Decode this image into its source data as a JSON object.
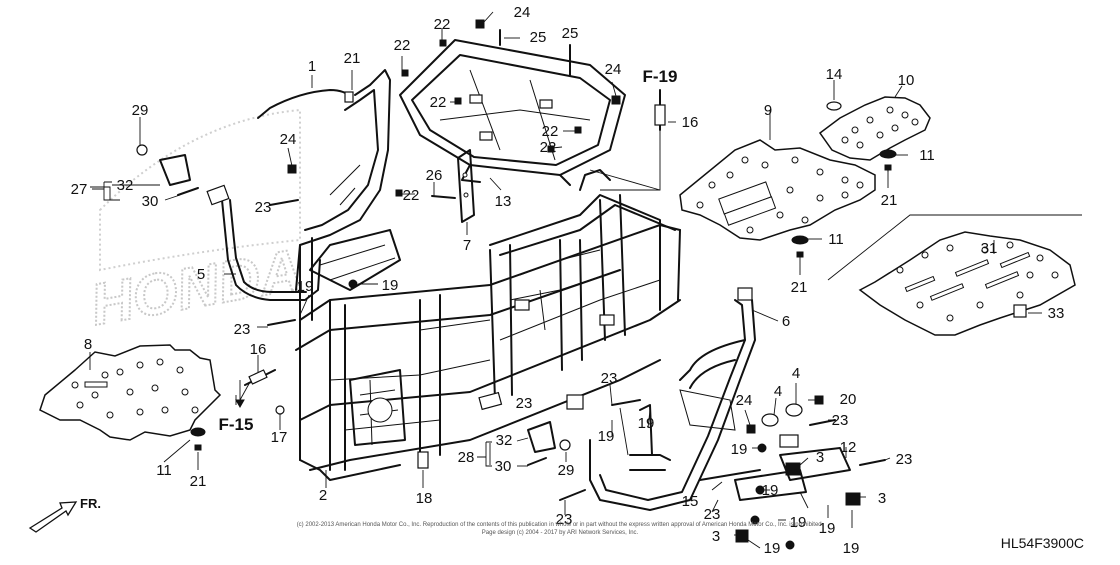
{
  "diagram": {
    "watermark": "HONDA",
    "direction_label": "FR.",
    "diagram_code": "HL54F3900C",
    "copyright": [
      "(c) 2002-2013 American Honda Motor Co., Inc. Reproduction of the contents of this publication in whole or in part without the express written approval of American Honda Motor Co., Inc. is prohibited.",
      "Page design (c) 2004 - 2017 by ARI Network Services, Inc."
    ],
    "page_refs": [
      "F-19",
      "F-15"
    ],
    "callouts": [
      "1",
      "2",
      "3",
      "3",
      "3",
      "4",
      "4",
      "5",
      "6",
      "7",
      "8",
      "9",
      "10",
      "11",
      "11",
      "11",
      "12",
      "13",
      "14",
      "15",
      "16",
      "16",
      "17",
      "18",
      "19",
      "19",
      "19",
      "19",
      "19",
      "19",
      "19",
      "19",
      "19",
      "19",
      "20",
      "21",
      "21",
      "21",
      "21",
      "22",
      "22",
      "22",
      "22",
      "22",
      "22",
      "23",
      "23",
      "23",
      "23",
      "23",
      "23",
      "23",
      "23",
      "24",
      "24",
      "24",
      "24",
      "25",
      "25",
      "26",
      "27",
      "28",
      "29",
      "29",
      "30",
      "30",
      "31",
      "32",
      "32",
      "33"
    ]
  }
}
